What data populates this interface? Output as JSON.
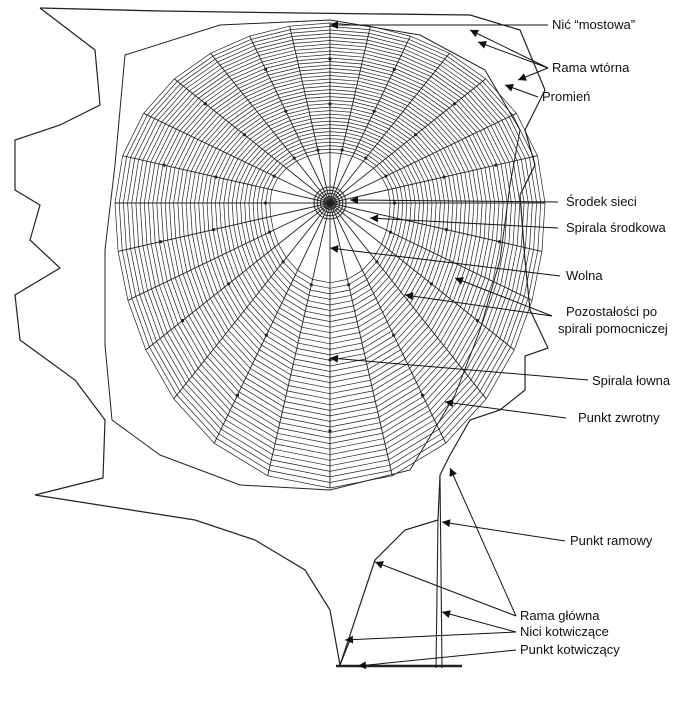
{
  "labels": {
    "bridge_thread": "Nić “mostowa”",
    "secondary_frame": "Rama wtórna",
    "radius": "Promień",
    "web_center": "Środek sieci",
    "central_spiral": "Spirala środkowa",
    "free_zone": "Wolna",
    "auxiliary_remains_line1": "Pozostałości po",
    "auxiliary_remains_line2": "spirali pomocniczej",
    "capture_spiral": "Spirala łowna",
    "turning_point": "Punkt zwrotny",
    "frame_point": "Punkt ramowy",
    "main_frame": "Rama główna",
    "anchor_threads": "Nici kotwiczące",
    "anchor_point": "Punkt kotwiczący"
  },
  "colors": {
    "ink": "#222222",
    "background": "#ffffff"
  }
}
